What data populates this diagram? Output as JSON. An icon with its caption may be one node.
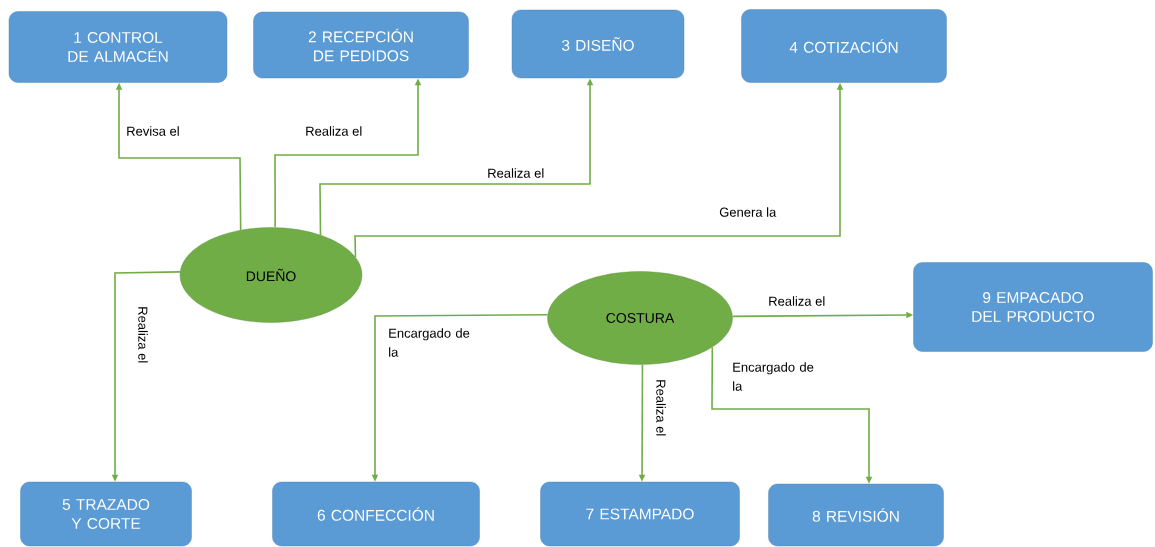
{
  "diagram": {
    "nodes": [
      {
        "text": [
          "1 CONTROL DE ALMACÉN"
        ]
      },
      {
        "text": [
          "2 RECEPCIÓN DE PEDIDOS"
        ]
      },
      {
        "text": [
          "3 DISEÑO"
        ]
      },
      {
        "text": [
          "4 COTIZACIÓN"
        ]
      },
      {
        "text": [
          "DUEÑO"
        ]
      },
      {
        "text": [
          "COSTURA"
        ]
      },
      {
        "text": [
          "9 EMPACADO DEL PRODUCTO"
        ]
      },
      {
        "text": [
          "5 TRAZADO Y CORTE"
        ]
      },
      {
        "text": [
          "6 CONFECCIÓN"
        ]
      },
      {
        "text": [
          "7 ESTAMPADO"
        ]
      },
      {
        "text": [
          "8 REVISIÓN"
        ]
      }
    ],
    "edges": [
      {
        "from": 4,
        "to": 0,
        "arrow": "to",
        "label": "Revisa el"
      },
      {
        "from": 4,
        "to": 1,
        "arrow": "to",
        "label": "Realiza el"
      },
      {
        "from": 4,
        "to": 2,
        "arrow": "to",
        "label": "Realiza el"
      },
      {
        "from": 4,
        "to": 3,
        "arrow": "to",
        "label": "Genera la"
      },
      {
        "from": 4,
        "to": 7,
        "arrow": "to",
        "label": "Realiza el"
      },
      {
        "from": 5,
        "to": 8,
        "arrow": "to",
        "label": "Encargado de la"
      },
      {
        "from": 5,
        "to": 9,
        "arrow": "to",
        "label": "Realiza el"
      },
      {
        "from": 5,
        "to": 10,
        "arrow": "to",
        "label": "Encargado de la"
      },
      {
        "from": 5,
        "to": 6,
        "arrow": "to",
        "label": "Realiza el"
      }
    ]
  }
}
